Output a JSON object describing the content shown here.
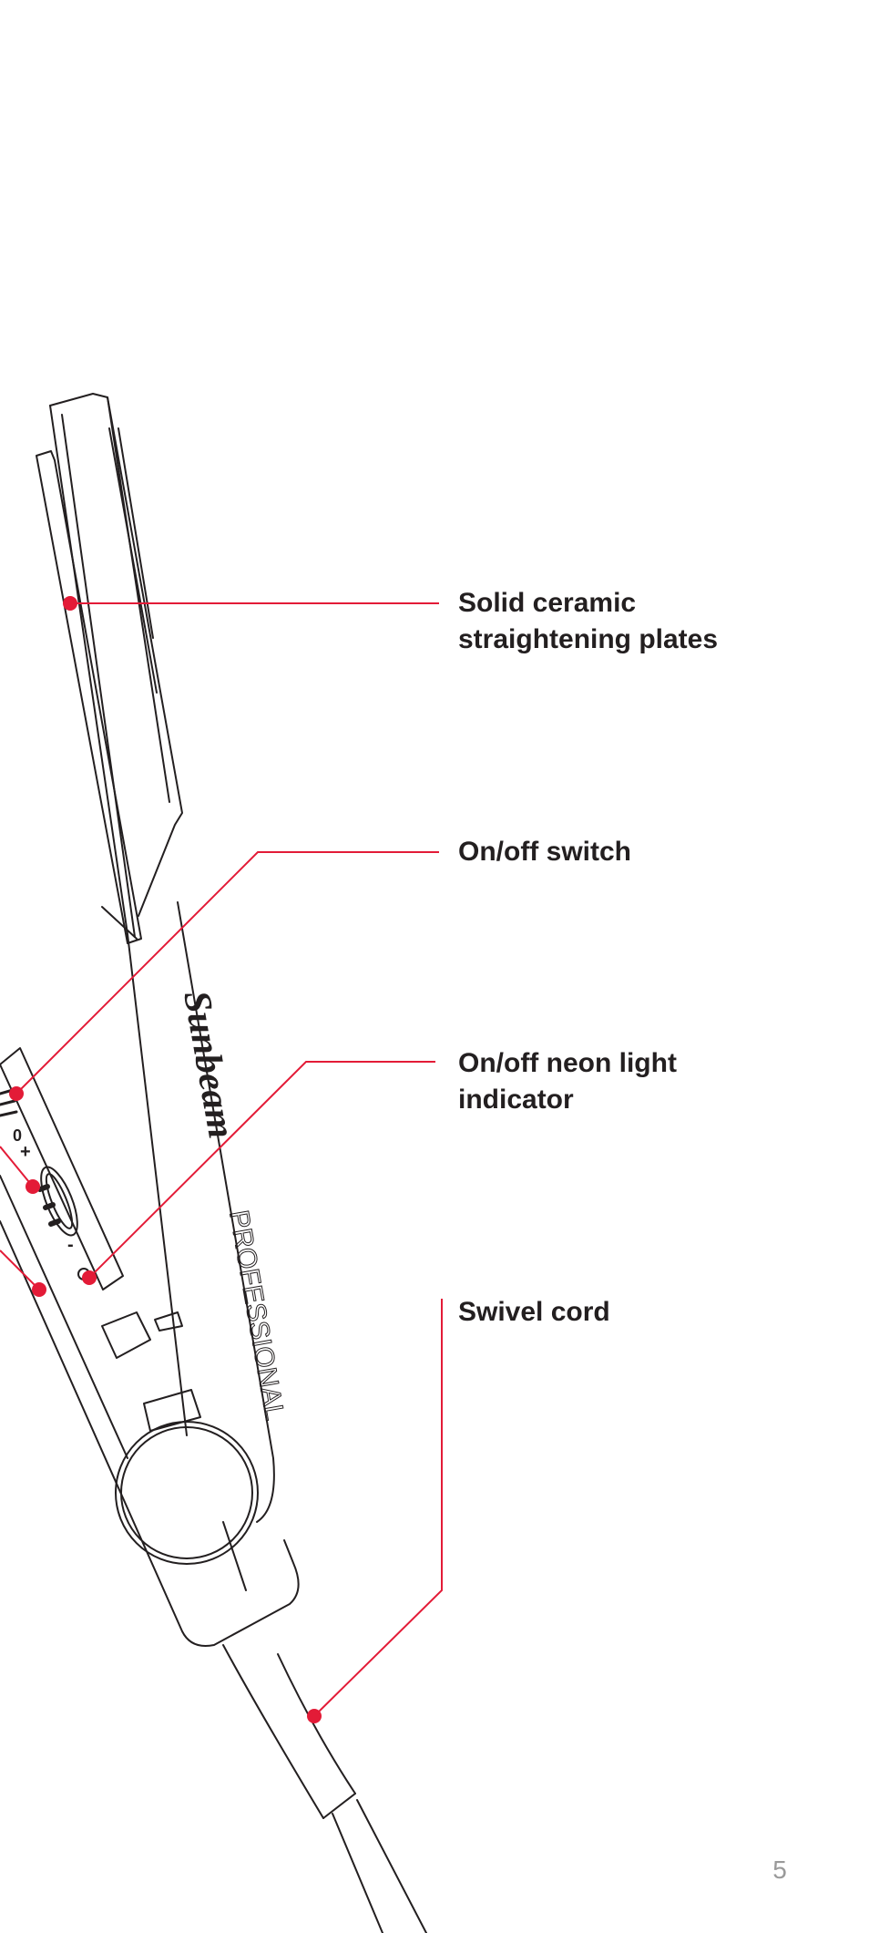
{
  "callouts": {
    "plates": {
      "line1": "Solid ceramic",
      "line2": "straightening plates"
    },
    "switch": {
      "line1": "On/off switch"
    },
    "neon": {
      "line1": "On/off neon light",
      "line2": "indicator"
    },
    "cord": {
      "line1": "Swivel cord"
    }
  },
  "product": {
    "brand": "Sunbeam",
    "line": "PROFESSIONAL",
    "dial_marks": {
      "plus": "+",
      "minus": "-",
      "zero": "0"
    }
  },
  "page_number": "5",
  "colors": {
    "accent": "#e31b37",
    "outline": "#231f20",
    "text": "#231f20",
    "page_number": "#9a9a9a"
  }
}
